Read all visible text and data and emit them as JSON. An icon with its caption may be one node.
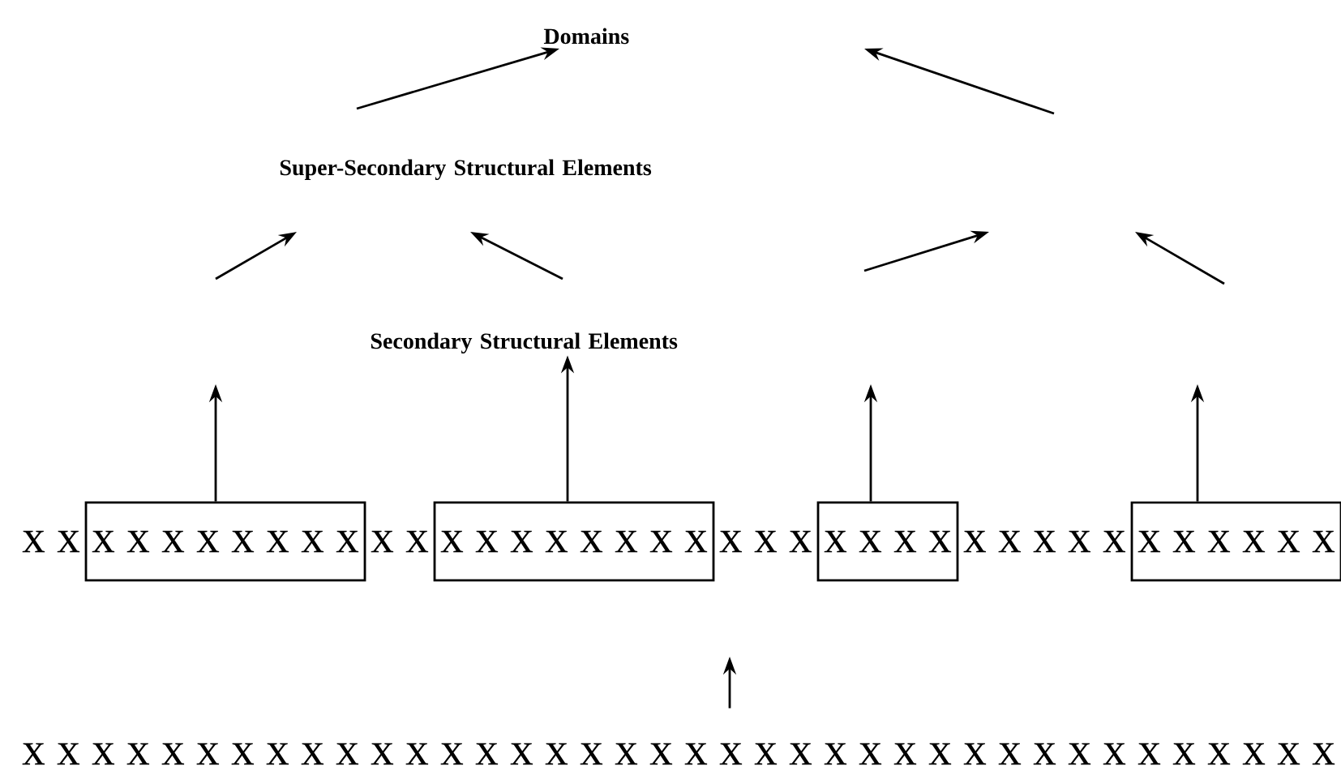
{
  "diagram": {
    "nodes": [
      {
        "text": [
          "Domains"
        ]
      },
      {
        "text": [
          "Super-Secondary Structural Elements"
        ]
      },
      {
        "text": [
          "Secondary Structural Elements"
        ]
      },
      {
        "text": [
          "x x x x x x x x"
        ]
      },
      {
        "text": [
          "x x x x x x x x"
        ]
      },
      {
        "text": [
          "x x x x"
        ]
      },
      {
        "text": [
          "x x x x x x"
        ]
      },
      {
        "text": [
          "x x x x x x x x x x x x x x x x x x x x x x x x x x x x x x x x x x x x x x"
        ]
      }
    ],
    "edges": [
      {
        "from": 3,
        "to": null,
        "arrow": "to"
      },
      {
        "from": 4,
        "to": 2,
        "arrow": "to"
      },
      {
        "from": 5,
        "to": null,
        "arrow": "to"
      },
      {
        "from": 6,
        "to": null,
        "arrow": "to"
      },
      {
        "from": 7,
        "to": null,
        "arrow": "to"
      }
    ],
    "labels": [
      "x x",
      "x x",
      "x x x",
      "x x x x x"
    ]
  }
}
